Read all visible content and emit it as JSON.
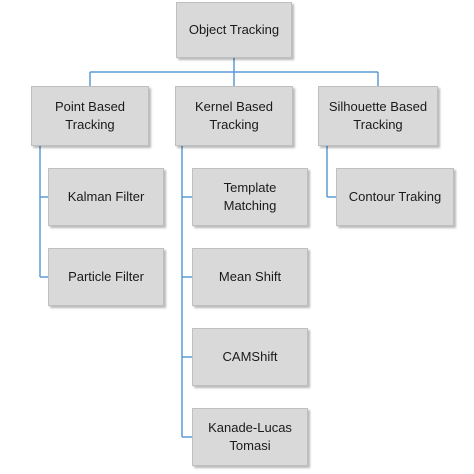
{
  "colors": {
    "node_fill": "#d9d9d9",
    "node_border": "#bfbfbf",
    "connector": "#5b9bd5"
  },
  "root": {
    "label": "Object Tracking"
  },
  "categories": [
    {
      "label": "Point Based\nTracking",
      "children": [
        {
          "label": "Kalman Filter"
        },
        {
          "label": "Particle Filter"
        }
      ]
    },
    {
      "label": "Kernel Based\nTracking",
      "children": [
        {
          "label": "Template\nMatching"
        },
        {
          "label": "Mean Shift"
        },
        {
          "label": "CAMShift"
        },
        {
          "label": "Kanade-Lucas\nTomasi"
        }
      ]
    },
    {
      "label": "Silhouette Based\nTracking",
      "children": [
        {
          "label": "Contour Traking"
        }
      ]
    }
  ]
}
